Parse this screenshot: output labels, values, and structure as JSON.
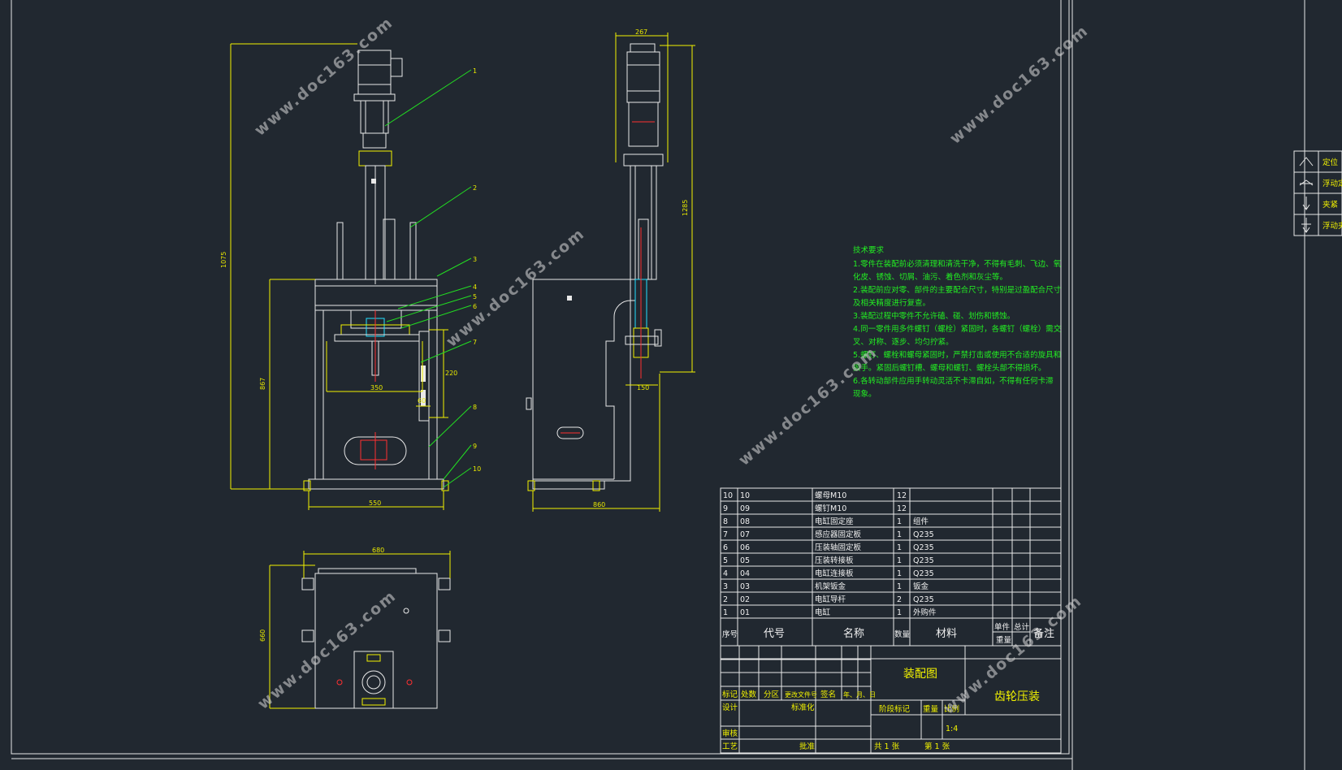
{
  "tech_requirements": {
    "title": "技术要求",
    "lines": [
      "1.零件在装配前必须清理和清洗干净，不得有毛刺、飞边、氧",
      "化皮、锈蚀、切屑、油污、着色剂和灰尘等。",
      "2.装配前应对零、部件的主要配合尺寸，特别是过盈配合尺寸",
      "及相关精度进行复查。",
      "3.装配过程中零件不允许磕、碰、划伤和锈蚀。",
      "4.同一零件用多件螺钉（螺栓）紧固时，各螺钉（螺栓）需交",
      "叉、对称、逐步、均匀拧紧。",
      "5.螺钉、螺栓和螺母紧固时，严禁打击或使用不合适的旋具和",
      "扳手。紧固后螺钉槽、螺母和螺钉、螺栓头部不得损坏。",
      "6.各转动部件应用手转动灵活不卡滞自如，不得有任何卡滞",
      "现象。"
    ]
  },
  "dimensions": {
    "front_overall_height": "1075",
    "front_frame_height": "867",
    "front_frame_width": "550",
    "front_inner_width": "350",
    "front_side_a": "220",
    "front_side_b": "60",
    "side_top_width": "267",
    "side_right_height": "1285",
    "side_inner_width": "150",
    "side_overall_width": "860",
    "top_width": "680",
    "top_height": "660"
  },
  "parts_list": {
    "rows": [
      {
        "seq": "10",
        "code": "10",
        "name": "螺母M10",
        "qty": "12",
        "material": ""
      },
      {
        "seq": "9",
        "code": "09",
        "name": "螺钉M10",
        "qty": "12",
        "material": ""
      },
      {
        "seq": "8",
        "code": "08",
        "name": "电缸固定座",
        "qty": "1",
        "material": "组件"
      },
      {
        "seq": "7",
        "code": "07",
        "name": "感应器固定板",
        "qty": "1",
        "material": "Q235"
      },
      {
        "seq": "6",
        "code": "06",
        "name": "压装轴固定板",
        "qty": "1",
        "material": "Q235"
      },
      {
        "seq": "5",
        "code": "05",
        "name": "压装转接板",
        "qty": "1",
        "material": "Q235"
      },
      {
        "seq": "4",
        "code": "04",
        "name": "电缸连接板",
        "qty": "1",
        "material": "Q235"
      },
      {
        "seq": "3",
        "code": "03",
        "name": "机架钣金",
        "qty": "1",
        "material": "钣金"
      },
      {
        "seq": "2",
        "code": "02",
        "name": "电缸导杆",
        "qty": "2",
        "material": "Q235"
      },
      {
        "seq": "1",
        "code": "01",
        "name": "电缸",
        "qty": "1",
        "material": "外购件"
      }
    ],
    "header": {
      "seq": "序号",
      "code": "代号",
      "name": "名称",
      "qty": "数量",
      "material": "材料",
      "unit": "单件",
      "total": "总计",
      "weight": "重量",
      "remark": "备注"
    }
  },
  "title_block": {
    "drawing_type": "装配图",
    "product_name": "齿轮压装",
    "mark": "标记",
    "count": "处数",
    "zone": "分区",
    "change_doc": "更改文件号",
    "sign": "签名",
    "date": "年、月、日",
    "design": "设计",
    "standardize": "标准化",
    "stage_mark": "阶段标记",
    "weight": "重量",
    "scale_label": "比例",
    "scale_value": "1:4",
    "review": "审核",
    "process": "工艺",
    "approve": "批准",
    "sheets_total": "共 1 张",
    "sheet_no": "第 1 张"
  },
  "symbol_legend": [
    {
      "label": "定位"
    },
    {
      "label": "浮动定"
    },
    {
      "label": "夹紧"
    },
    {
      "label": "浮动夹"
    }
  ],
  "balloons": [
    "1",
    "2",
    "3",
    "4",
    "5",
    "6",
    "7",
    "8",
    "9",
    "10"
  ],
  "watermark": "www.doc163.com",
  "colors": {
    "background": "#212830",
    "outline": "#e8e8e8",
    "dimension": "#f2f200",
    "callout": "#22dd22",
    "center": "#ff3030",
    "accent": "#22e0ff"
  }
}
